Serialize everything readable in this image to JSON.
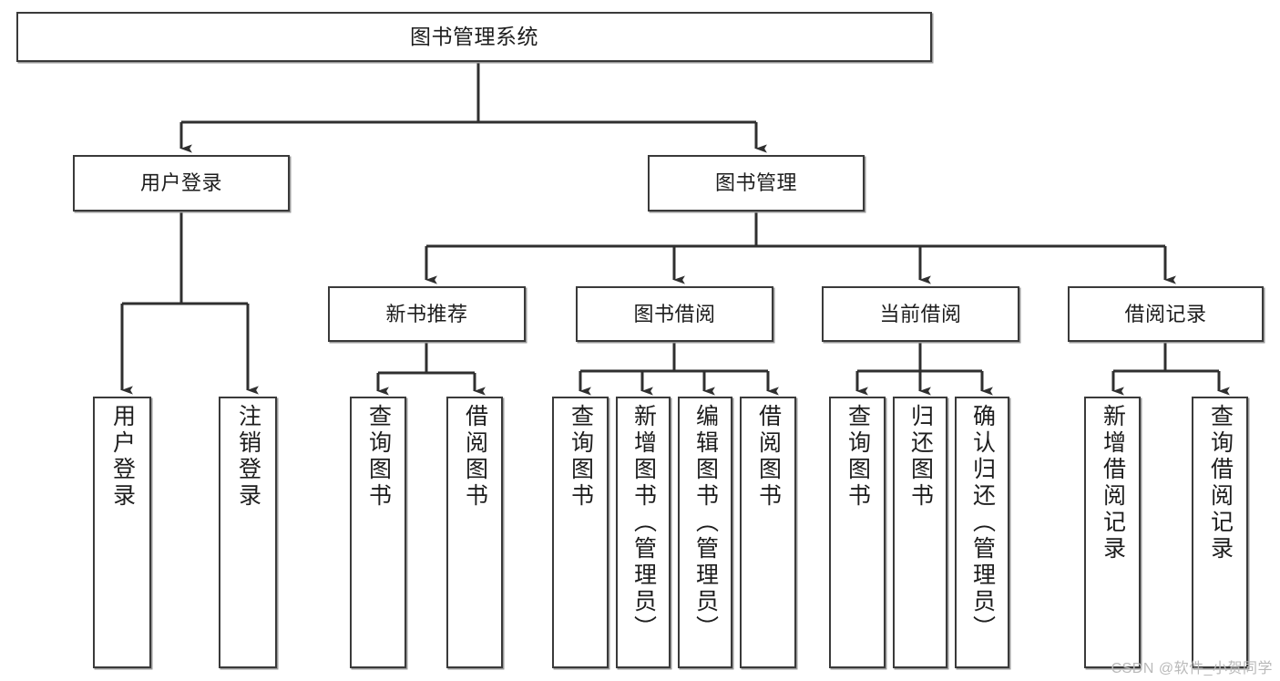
{
  "diagram": {
    "title": "图书管理系统",
    "type": "功能结构图",
    "watermark": "CSDN @软件_小贺同学",
    "colors": {
      "box_border": "#3a3a3a",
      "box_fill": "#ffffff",
      "connector": "#2f2f2f",
      "text": "#1d1d1d",
      "watermark": "#b9b9b9"
    },
    "nodes": {
      "root": {
        "label": "图书管理系统"
      },
      "level2": [
        {
          "id": "user-login",
          "label": "用户登录"
        },
        {
          "id": "book-manage",
          "label": "图书管理"
        }
      ],
      "level3": [
        {
          "id": "new-book-rec",
          "label": "新书推荐"
        },
        {
          "id": "book-borrow",
          "label": "图书借阅"
        },
        {
          "id": "current-borrow",
          "label": "当前借阅"
        },
        {
          "id": "borrow-record",
          "label": "借阅记录"
        }
      ],
      "leaves": {
        "user-login": [
          {
            "id": "leaf-user-login",
            "label": "用户登录"
          },
          {
            "id": "leaf-logout-login",
            "label": "注销登录"
          }
        ],
        "new-book-rec": [
          {
            "id": "leaf-query-book-1",
            "label": "查询图书"
          },
          {
            "id": "leaf-borrow-book-1",
            "label": "借阅图书"
          }
        ],
        "book-borrow": [
          {
            "id": "leaf-query-book-2",
            "label": "查询图书"
          },
          {
            "id": "leaf-add-book",
            "label": "新增图书（管理员）"
          },
          {
            "id": "leaf-edit-book",
            "label": "编辑图书（管理员）"
          },
          {
            "id": "leaf-borrow-book-2",
            "label": "借阅图书"
          }
        ],
        "current-borrow": [
          {
            "id": "leaf-query-book-3",
            "label": "查询图书"
          },
          {
            "id": "leaf-return-book",
            "label": "归还图书"
          },
          {
            "id": "leaf-confirm-return",
            "label": "确认归还（管理员）"
          }
        ],
        "borrow-record": [
          {
            "id": "leaf-add-record",
            "label": "新增借阅记录"
          },
          {
            "id": "leaf-query-record",
            "label": "查询借阅记录"
          }
        ]
      }
    }
  }
}
